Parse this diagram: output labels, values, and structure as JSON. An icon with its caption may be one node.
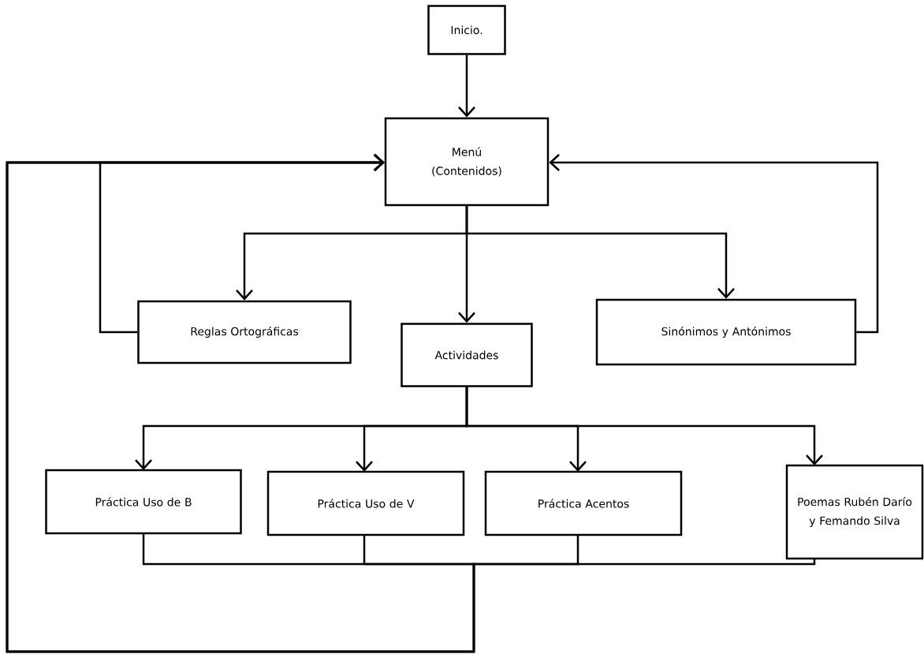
{
  "diagram": {
    "nodes": [
      {
        "text": [
          "Inicio."
        ]
      },
      {
        "text": [
          "Menú (Contenidos)"
        ]
      },
      {
        "text": [
          "Reglas Ortográficas"
        ]
      },
      {
        "text": [
          "Actividades"
        ]
      },
      {
        "text": [
          "Sinónimos y Antónimos"
        ]
      },
      {
        "text": [
          "Práctica Uso de B"
        ]
      },
      {
        "text": [
          "Práctica Uso de V"
        ]
      },
      {
        "text": [
          "Práctica Acentos"
        ]
      },
      {
        "text": [
          "Poemas Rubén Darío y Femando Silva"
        ]
      }
    ],
    "edges": [
      {
        "from": 0,
        "to": 1,
        "arrow": "to"
      },
      {
        "from": 1,
        "to": 2,
        "arrow": "to"
      },
      {
        "from": 1,
        "to": 3,
        "arrow": "to"
      },
      {
        "from": 1,
        "to": 4,
        "arrow": "to"
      },
      {
        "from": 2,
        "to": 1,
        "arrow": "to"
      },
      {
        "from": 4,
        "to": 1,
        "arrow": "to"
      },
      {
        "from": 3,
        "to": 5,
        "arrow": "to"
      },
      {
        "from": 3,
        "to": 6,
        "arrow": "to"
      },
      {
        "from": 3,
        "to": 7,
        "arrow": "to"
      },
      {
        "from": 3,
        "to": 8,
        "arrow": "to"
      },
      {
        "from": 5,
        "to": 1,
        "arrow": "to"
      },
      {
        "from": 6,
        "to": 1,
        "arrow": "to"
      },
      {
        "from": 7,
        "to": 1,
        "arrow": "to"
      },
      {
        "from": 8,
        "to": 1,
        "arrow": "to"
      }
    ]
  }
}
